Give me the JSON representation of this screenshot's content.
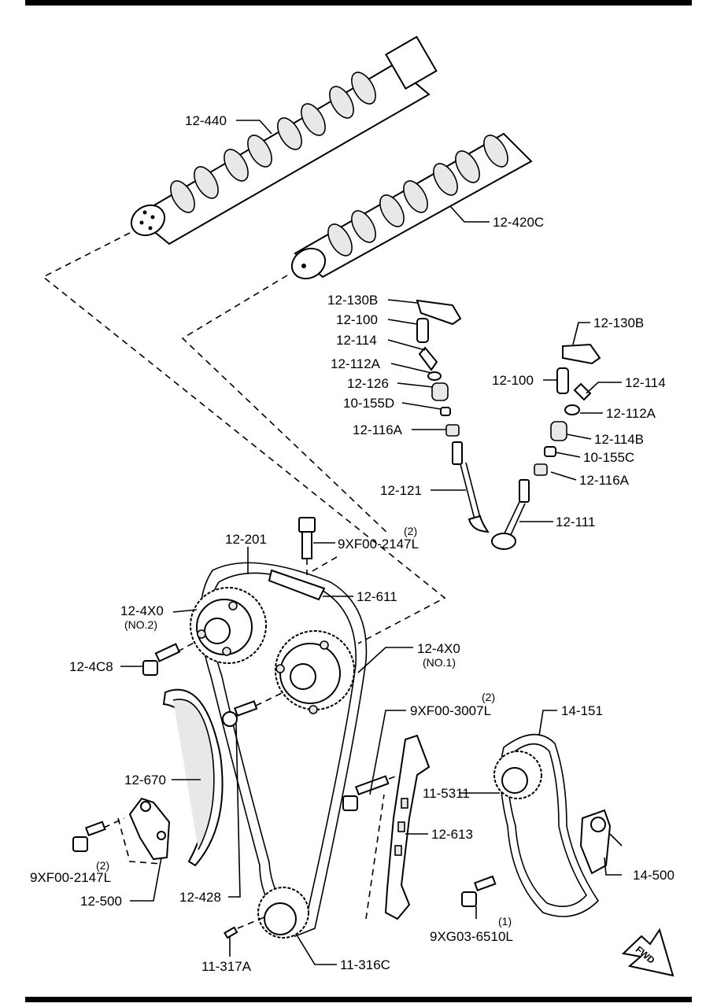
{
  "labels": {
    "l_12_440": "12-440",
    "l_12_420c": "12-420C",
    "l_12_130b_a": "12-130B",
    "l_12_100_a": "12-100",
    "l_12_114_a": "12-114",
    "l_12_112a_a": "12-112A",
    "l_12_126": "12-126",
    "l_10_155d": "10-155D",
    "l_12_116a_a": "12-116A",
    "l_12_121": "12-121",
    "l_12_130b_b": "12-130B",
    "l_12_100_b": "12-100",
    "l_12_114_b": "12-114",
    "l_12_112a_b": "12-112A",
    "l_12_114b": "12-114B",
    "l_10_155c": "10-155C",
    "l_12_116a_b": "12-116A",
    "l_12_111": "12-111",
    "l_12_201": "12-201",
    "l_9xf00_2147l_a": "9XF00-2147L",
    "l_qty_2_a": "(2)",
    "l_12_611": "12-611",
    "l_12_4x0_no2": "12-4X0",
    "l_no2": "(NO.2)",
    "l_12_4x0_no1": "12-4X0",
    "l_no1": "(NO.1)",
    "l_12_4c8": "12-4C8",
    "l_9xf00_3007l": "9XF00-3007L",
    "l_qty_2_b": "(2)",
    "l_14_151": "14-151",
    "l_12_670": "12-670",
    "l_11_5311": "11-5311",
    "l_12_613": "12-613",
    "l_9xf00_2147l_b": "9XF00-2147L",
    "l_qty_2_c": "(2)",
    "l_12_500": "12-500",
    "l_14_500": "14-500",
    "l_12_428": "12-428",
    "l_9xg03_6510l": "9XG03-6510L",
    "l_qty_1": "(1)",
    "l_11_317a": "11-317A",
    "l_11_316c": "11-316C",
    "fwd": "FWD"
  }
}
